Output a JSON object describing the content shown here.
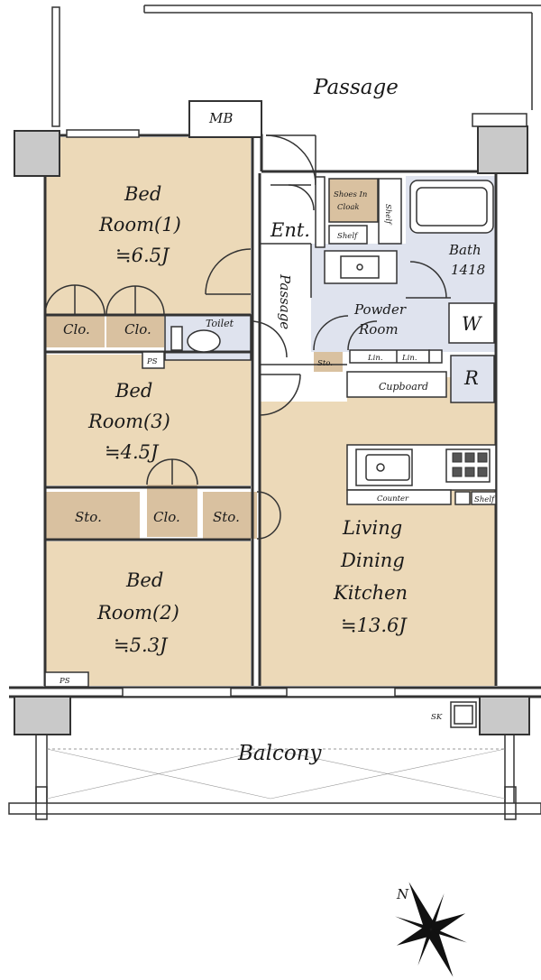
{
  "colors": {
    "bedroom": "#ecd9b8",
    "storage": "#d9c1a0",
    "wet": "#dfe3ee",
    "white": "#ffffff",
    "wall": "#5a5a5a",
    "wall_fill": "#c9c9c9",
    "line": "#333333"
  },
  "labels": {
    "passage_top": "Passage",
    "mb": "MB",
    "bed1": [
      "Bed",
      "Room(1)",
      "≒6.5J"
    ],
    "bed3": [
      "Bed",
      "Room(3)",
      "≒4.5J"
    ],
    "bed2": [
      "Bed",
      "Room(2)",
      "≒5.3J"
    ],
    "clo": "Clo.",
    "sto": "Sto.",
    "ps": "PS",
    "toilet": "Toilet",
    "passage_inner": "Passage",
    "ent": "Ent.",
    "shoes": [
      "Shoes In",
      "Cloak"
    ],
    "shelf": "Shelf",
    "bath": [
      "Bath",
      "1418"
    ],
    "powder": [
      "Powder",
      "Room"
    ],
    "w": "W",
    "lin": "Lin.",
    "cupboard": "Cupboard",
    "r": "R",
    "counter": "Counter",
    "ldk": [
      "Living",
      "Dining",
      "Kitchen",
      "≒13.6J"
    ],
    "sk": "SK",
    "balcony": "Balcony",
    "north": "N"
  }
}
